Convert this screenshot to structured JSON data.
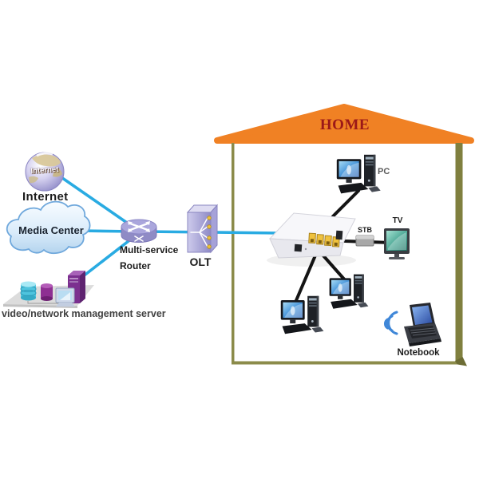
{
  "colors": {
    "fiber_cable": "#29abe2",
    "ethernet_cable": "#141414",
    "roof": "#f08124",
    "wall": "#8b8b4a",
    "home_text": "#9b1818"
  },
  "nodes": {
    "internet": {
      "label": "Internet",
      "globe_text": "Internet",
      "icon": "globe-icon"
    },
    "media_center": {
      "label": "Media Center",
      "icon": "cloud-icon"
    },
    "management_server": {
      "label": "video/network management server",
      "icon": "server-group-icon"
    },
    "router": {
      "label_line1": "Multi-service",
      "label_line2": "Router",
      "icon": "router-icon"
    },
    "olt": {
      "label": "OLT",
      "icon": "olt-box-icon"
    },
    "home": {
      "label": "HOME",
      "icon": "house-shape"
    },
    "ont": {
      "icon": "ont-device-icon"
    },
    "pc_top": {
      "label": "PC",
      "icon": "desktop-pc-icon"
    },
    "stb": {
      "label": "STB",
      "icon": "stb-icon"
    },
    "tv": {
      "label": "TV",
      "icon": "tv-icon"
    },
    "pc_left": {
      "icon": "desktop-pc-icon"
    },
    "pc_right": {
      "icon": "desktop-pc-icon"
    },
    "notebook": {
      "label": "Notebook",
      "icon": "notebook-icon"
    }
  }
}
